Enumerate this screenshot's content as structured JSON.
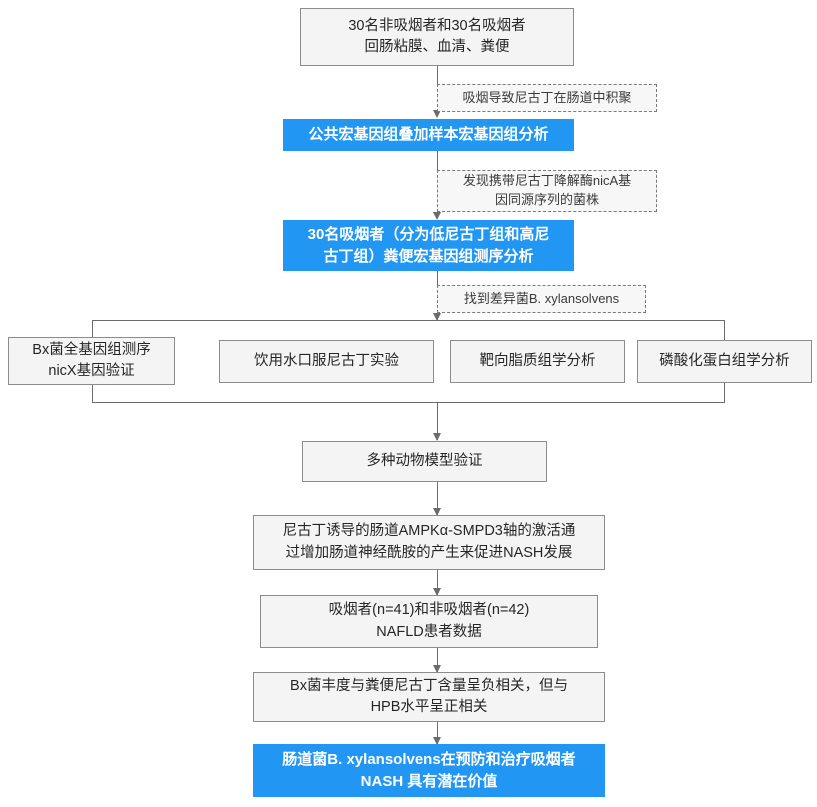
{
  "diagram": {
    "title": "吸烟-尼古丁-肠道菌群-NASH 研究流程图",
    "colors": {
      "accent": "#2196f3",
      "box_fill": "#f4f4f4",
      "box_border": "#8c8c8c",
      "note_border": "#7a7a7a",
      "connector": "#6b6b6b",
      "accent_text": "#ffffff",
      "body_text": "#262626"
    }
  },
  "nodes": {
    "cohort": "30名非吸烟者和30名吸烟者\n回肠粘膜、血清、粪便",
    "note_accumulate": "吸烟导致尼古丁在肠道中积聚",
    "public_metagenome": "公共宏基因组叠加样本宏基因组分析",
    "note_nica": "发现携带尼古丁降解酶nicA基\n因同源序列的菌株",
    "smoker_metagenome": "30名吸烟者（分为低尼古丁组和高尼\n古丁组）粪便宏基因组测序分析",
    "note_bx_found": "找到差异菌B. xylansolvens",
    "branch_1": "Bx菌全基因组测序\nnicX基因验证",
    "branch_2": "饮用水口服尼古丁实验",
    "branch_3": "靶向脂质组学分析",
    "branch_4": "磷酸化蛋白组学分析",
    "animal_models": "多种动物模型验证",
    "mechanism": "尼古丁诱导的肠道AMPKα-SMPD3轴的激活通\n过增加肠道神经酰胺的产生来促进NASH发展",
    "patient_data": "吸烟者(n=41)和非吸烟者(n=42)\nNAFLD患者数据",
    "correlation": "Bx菌丰度与粪便尼古丁含量呈负相关，但与\nHPB水平呈正相关",
    "conclusion": "肠道菌B. xylansolvens在预防和治疗吸烟者\nNASH 具有潜在价值"
  }
}
